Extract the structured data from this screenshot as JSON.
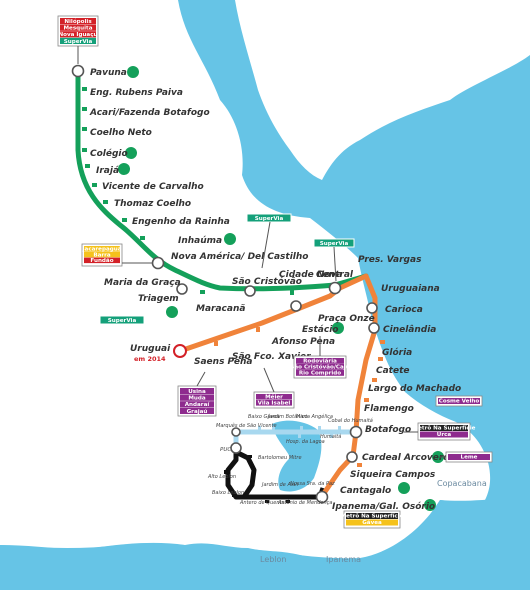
{
  "colors": {
    "sea": "#66c4e6",
    "land": "#ffffff",
    "line1": "#f0833a",
    "line2": "#14a05a",
    "line4": "#111111",
    "line_extension": "#a8d8ef",
    "future": "#d32027",
    "supervia": "#14a07a",
    "metro_superficie": "#8e2b8e"
  },
  "areas": {
    "copacabana": "Copacabana",
    "leblon": "Leblon",
    "ipanema": "Ipanema"
  },
  "line2_stations": [
    "Pavuna",
    "Eng. Rubens Paiva",
    "Acari/Fazenda Botafogo",
    "Coelho Neto",
    "Colégio",
    "Irajá",
    "Vicente de Carvalho",
    "Thomaz Coelho",
    "Engenho da Rainha",
    "Inhaúma",
    "Nova América/ Del Castilho",
    "Maria da Graça",
    "Triagem",
    "Maracanã",
    "São Cristóvão",
    "Cidade Nova"
  ],
  "line1_stations": [
    "Uruguai",
    "Saens Peña",
    "São Fco. Xavier",
    "Afonso Pena",
    "Estácio",
    "Praça Onze",
    "Central",
    "Pres. Vargas",
    "Uruguaiana",
    "Carioca",
    "Cinelândia",
    "Glória",
    "Catete",
    "Largo do Machado",
    "Flamengo",
    "Botafogo",
    "Cardeal Arcoverde",
    "Siqueira Campos",
    "Cantagalo",
    "Ipanema/Gal. Osório"
  ],
  "line1_note": "em 2014",
  "extension_stations": [
    "Marquês de São Vicente",
    "Baixo Gávea",
    "Jardim Botânico",
    "Maria Angélica",
    "Cobal do Humaitá",
    "Hosp. da Lagoa",
    "Humaitá",
    "PUC",
    "Bartolomeu Mitre",
    "Alto Leblon",
    "Baixo Leblon",
    "Jardim de Alah",
    "Nossa Sra. da Paz",
    "Antero de Quental",
    "Antônio de Mendonça"
  ],
  "boxes": {
    "nilopolis": [
      "Nilópolis",
      "Mesquita",
      "Nova Iguaçu",
      "SuperVia"
    ],
    "supervia": "SuperVia",
    "jacarepagua": [
      "Jacarepaguá",
      "Barra",
      "Fundão"
    ],
    "rodoviaria": [
      "Rodoviária",
      "São Cristóvão/Caju",
      "Rio Comprido"
    ],
    "meier": [
      "Méier",
      "Vila Isabel"
    ],
    "usina": [
      "Usina",
      "Muda",
      "Andaraí",
      "Grajaú"
    ],
    "cosme_velho": "Cosme Velho",
    "urca": [
      "Metrô Na Superfície",
      "Urca"
    ],
    "leme": "Leme",
    "gavea": [
      "Metrô Na Superfície",
      "Gávea"
    ]
  }
}
